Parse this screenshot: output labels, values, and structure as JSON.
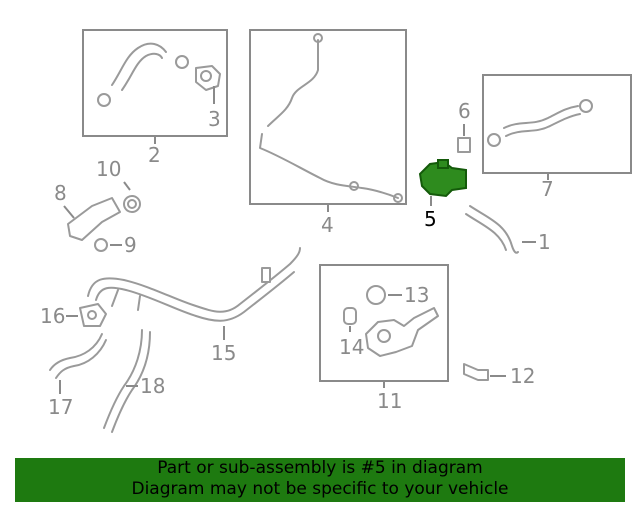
{
  "callouts": {
    "n1": "1",
    "n2": "2",
    "n3": "3",
    "n4": "4",
    "n5": "5",
    "n6": "6",
    "n7": "7",
    "n8": "8",
    "n9": "9",
    "n10": "10",
    "n11": "11",
    "n12": "12",
    "n13": "13",
    "n14": "14",
    "n15": "15",
    "n16": "16",
    "n17": "17",
    "n18": "18"
  },
  "highlight": {
    "part_number": "5",
    "color": "#1e7a10"
  },
  "banner": {
    "line1": "Part or sub-assembly is #5 in diagram",
    "line2": "Diagram may not be specific to your vehicle",
    "color": "#1e7a10"
  }
}
